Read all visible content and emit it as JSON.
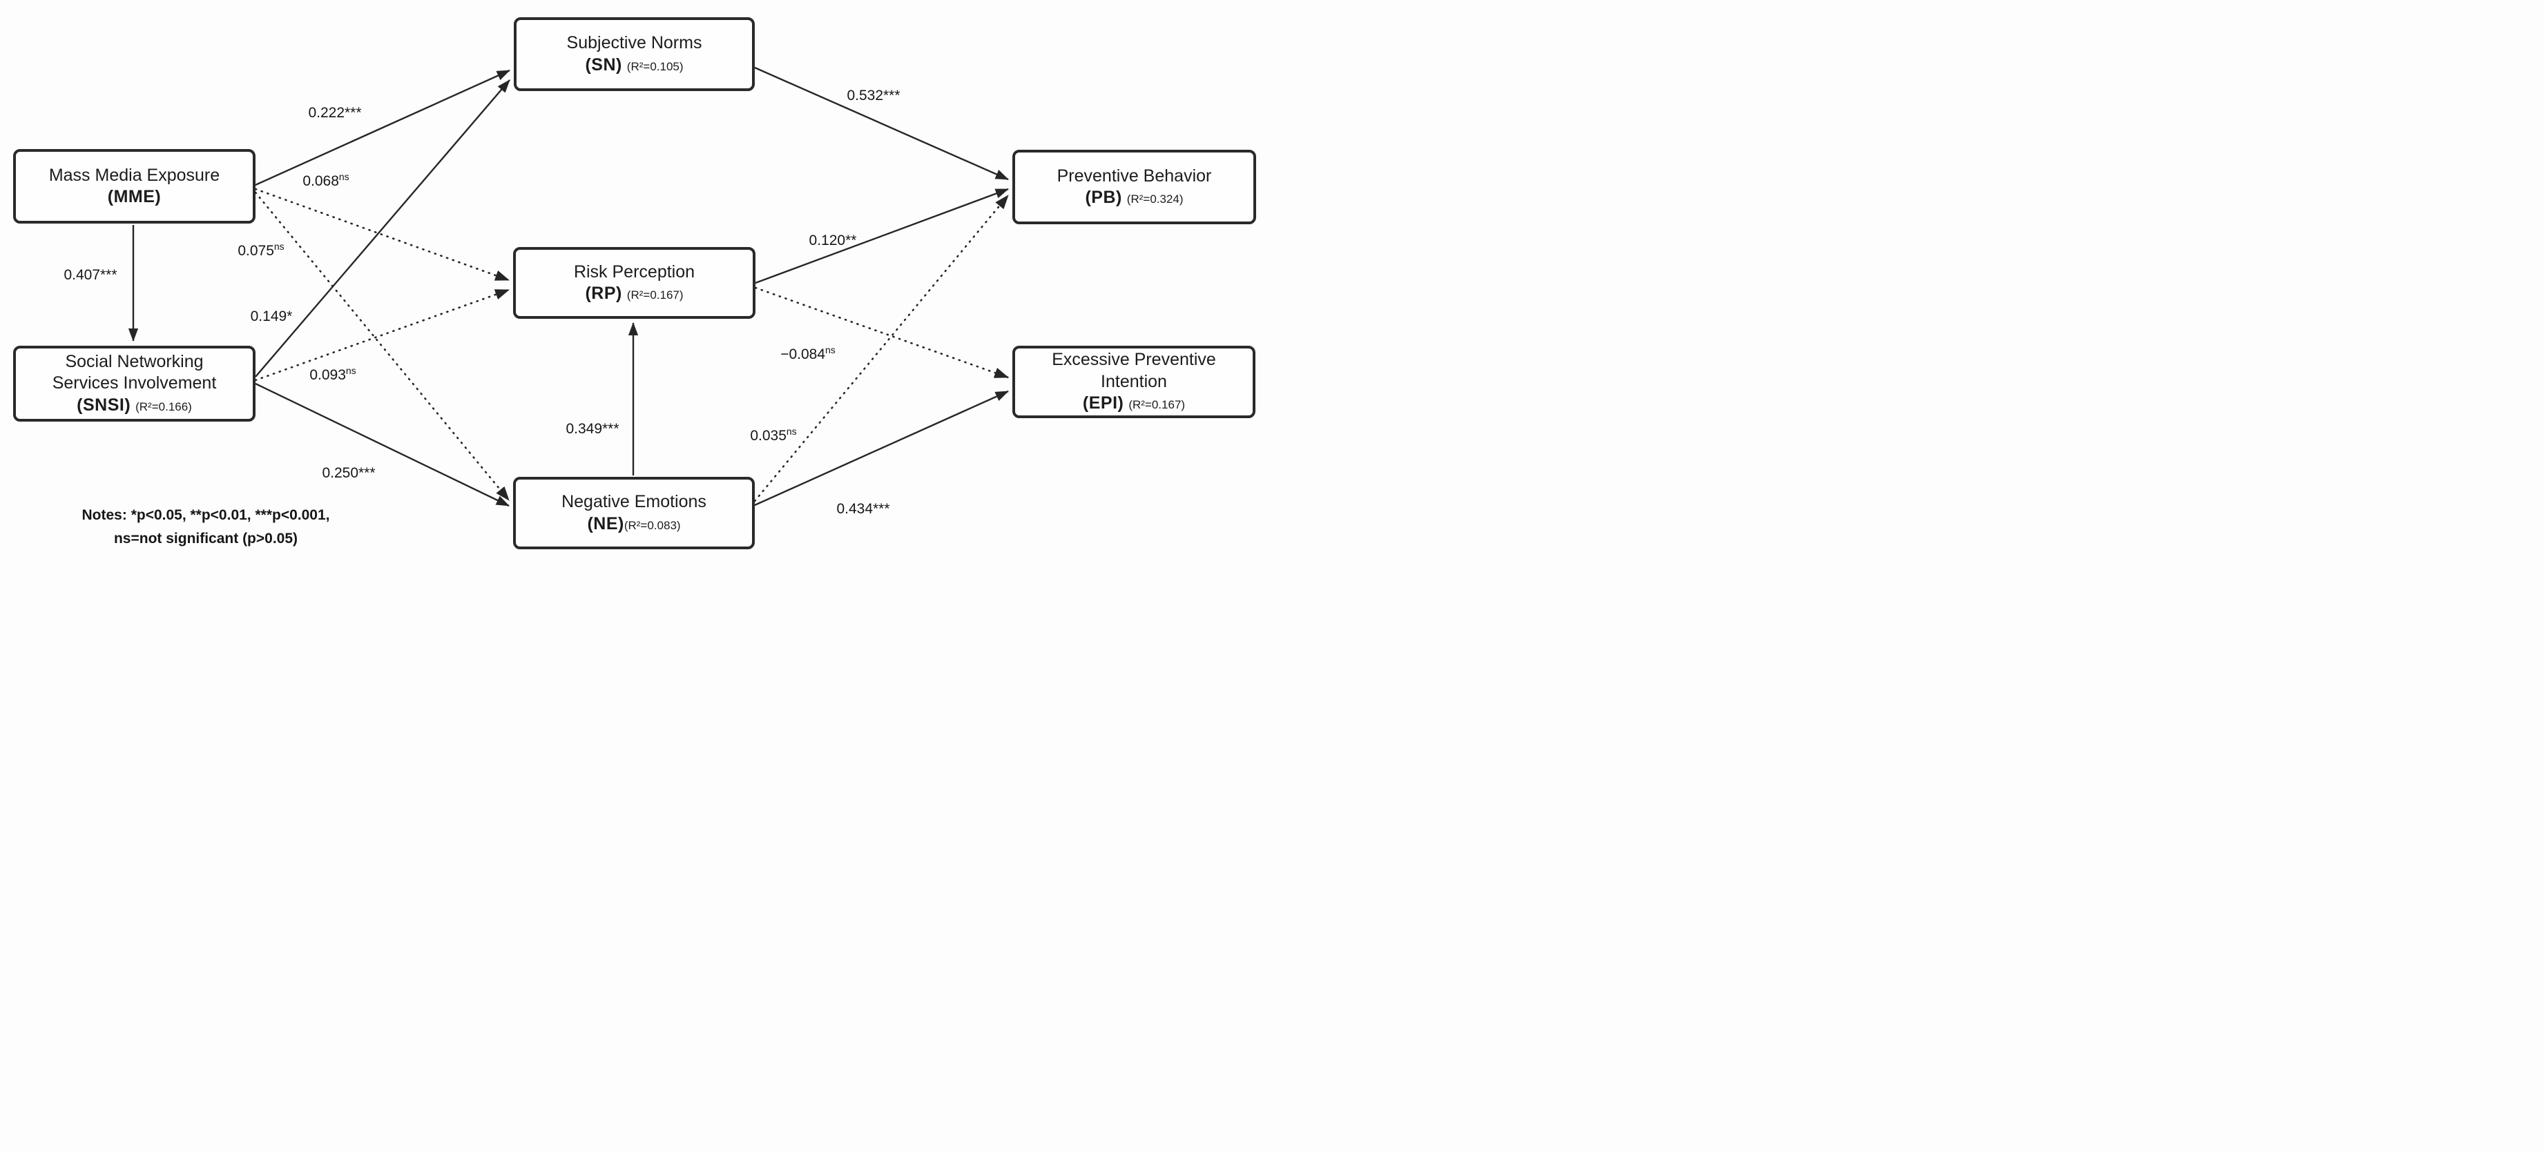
{
  "diagram": {
    "nodes": {
      "mme": {
        "name1": "Mass Media Exposure",
        "abbr": "(MME)",
        "r2": ""
      },
      "snsi": {
        "name1": "Social Networking",
        "name2": "Services Involvement",
        "abbr": "(SNSI)",
        "r2": "(R²=0.166)"
      },
      "sn": {
        "name1": "Subjective Norms",
        "abbr": "(SN)",
        "r2": "(R²=0.105)"
      },
      "rp": {
        "name1": "Risk Perception",
        "abbr": "(RP)",
        "r2": "(R²=0.167)"
      },
      "ne": {
        "name1": "Negative Emotions",
        "abbr": "(NE)",
        "r2": "(R²=0.083)"
      },
      "pb": {
        "name1": "Preventive Behavior",
        "abbr": "(PB)",
        "r2": "(R²=0.324)"
      },
      "epi": {
        "name1": "Excessive Preventive",
        "name2": "Intention",
        "abbr": "(EPI)",
        "r2": "(R²=0.167)"
      }
    },
    "paths": {
      "mme_sn": {
        "value": "0.222***",
        "sup": ""
      },
      "mme_rp": {
        "value": "0.068",
        "sup": "ns"
      },
      "mme_ne": {
        "value": "0.075",
        "sup": "ns"
      },
      "mme_snsi": {
        "value": "0.407***",
        "sup": ""
      },
      "snsi_sn": {
        "value": "0.149*",
        "sup": ""
      },
      "snsi_rp": {
        "value": "0.093",
        "sup": "ns"
      },
      "snsi_ne": {
        "value": "0.250***",
        "sup": ""
      },
      "sn_pb": {
        "value": "0.532***",
        "sup": ""
      },
      "rp_pb": {
        "value": "0.120**",
        "sup": ""
      },
      "rp_epi": {
        "value": "−0.084",
        "sup": "ns"
      },
      "ne_rp": {
        "value": "0.349***",
        "sup": ""
      },
      "ne_pb": {
        "value": "0.035",
        "sup": "ns"
      },
      "ne_epi": {
        "value": "0.434***",
        "sup": ""
      }
    },
    "notes": {
      "line1": "Notes: *p<0.05, **p<0.01, ***p<0.001,",
      "line2": "ns=not significant (p>0.05)"
    }
  }
}
